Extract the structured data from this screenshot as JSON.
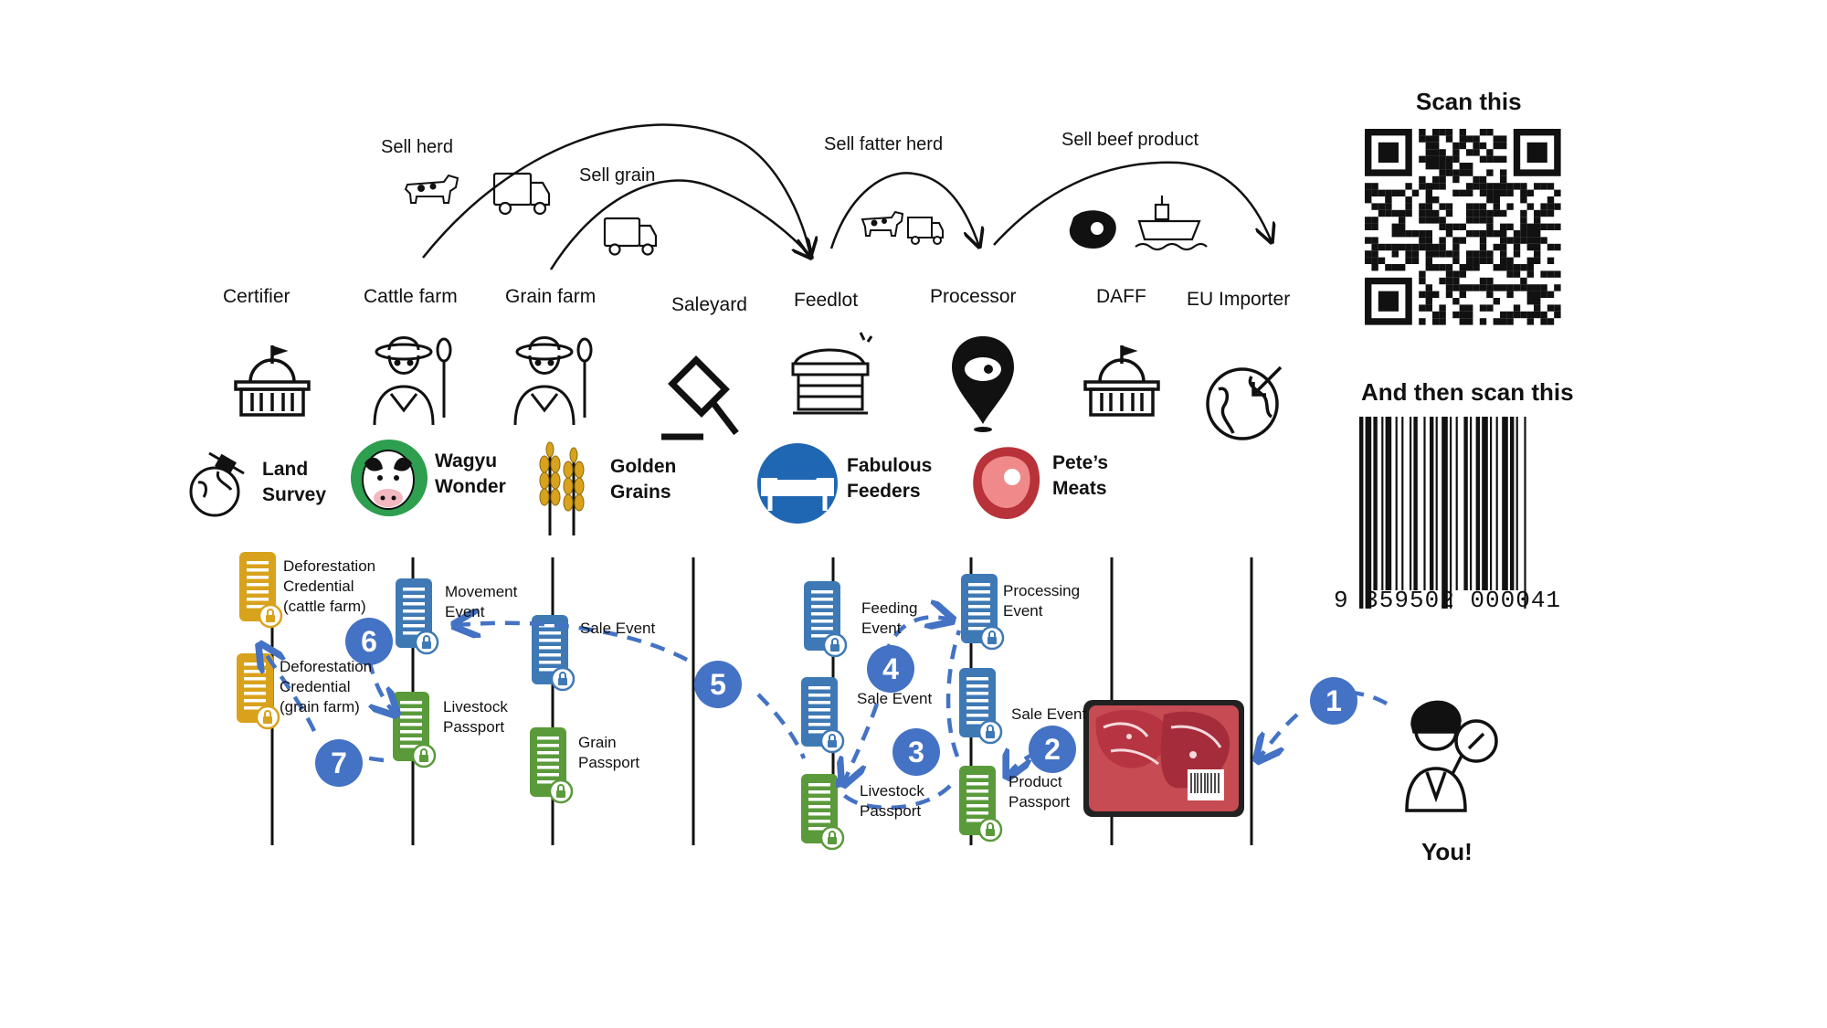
{
  "flows": {
    "sell_herd": "Sell herd",
    "sell_grain": "Sell grain",
    "sell_fatter_herd": "Sell fatter herd",
    "sell_beef_product": "Sell beef product"
  },
  "actors": [
    {
      "role": "Certifier",
      "icon": "government-building-icon"
    },
    {
      "role": "Cattle farm",
      "icon": "farmer-icon"
    },
    {
      "role": "Grain farm",
      "icon": "farmer-icon"
    },
    {
      "role": "Saleyard",
      "icon": "auction-gavel-icon"
    },
    {
      "role": "Feedlot",
      "icon": "feed-trough-icon"
    },
    {
      "role": "Processor",
      "icon": "meat-location-pin-icon"
    },
    {
      "role": "DAFF",
      "icon": "government-building-icon"
    },
    {
      "role": "EU Importer",
      "icon": "globe-arrow-icon"
    }
  ],
  "organisations": {
    "land_survey": "Land Survey",
    "wagyu_wonder": "Wagyu Wonder",
    "golden_grains": "Golden Grains",
    "fabulous_feeders": "Fabulous Feeders",
    "petes_meats": "Pete’s Meats"
  },
  "credentials": {
    "deforestation_cattle": "Deforestation Credential (cattle farm)",
    "deforestation_grain": "Deforestation Credential (grain farm)",
    "movement_event": "Movement Event",
    "livestock_passport_farm": "Livestock Passport",
    "sale_event_grain": "Sale Event",
    "grain_passport": "Grain Passport",
    "feeding_event": "Feeding Event",
    "sale_event_feedlot": "Sale Event",
    "livestock_passport_feedlot": "Livestock Passport",
    "processing_event": "Processing Event",
    "sale_event_processor": "Sale Event",
    "product_passport": "Product Passport"
  },
  "steps": [
    "1",
    "2",
    "3",
    "4",
    "5",
    "6",
    "7"
  ],
  "scan": {
    "qr_title": "Scan this",
    "barcode_title": "And then scan this",
    "barcode_number": "9 359502 000041",
    "you_label": "You!"
  },
  "colors": {
    "accent_blue": "#4472C4",
    "doc_blue": "#3E79B5",
    "doc_green": "#5A9A3A",
    "doc_gold": "#D9A21C",
    "cow_green": "#2E9E4F",
    "meat_red": "#D9534F"
  }
}
